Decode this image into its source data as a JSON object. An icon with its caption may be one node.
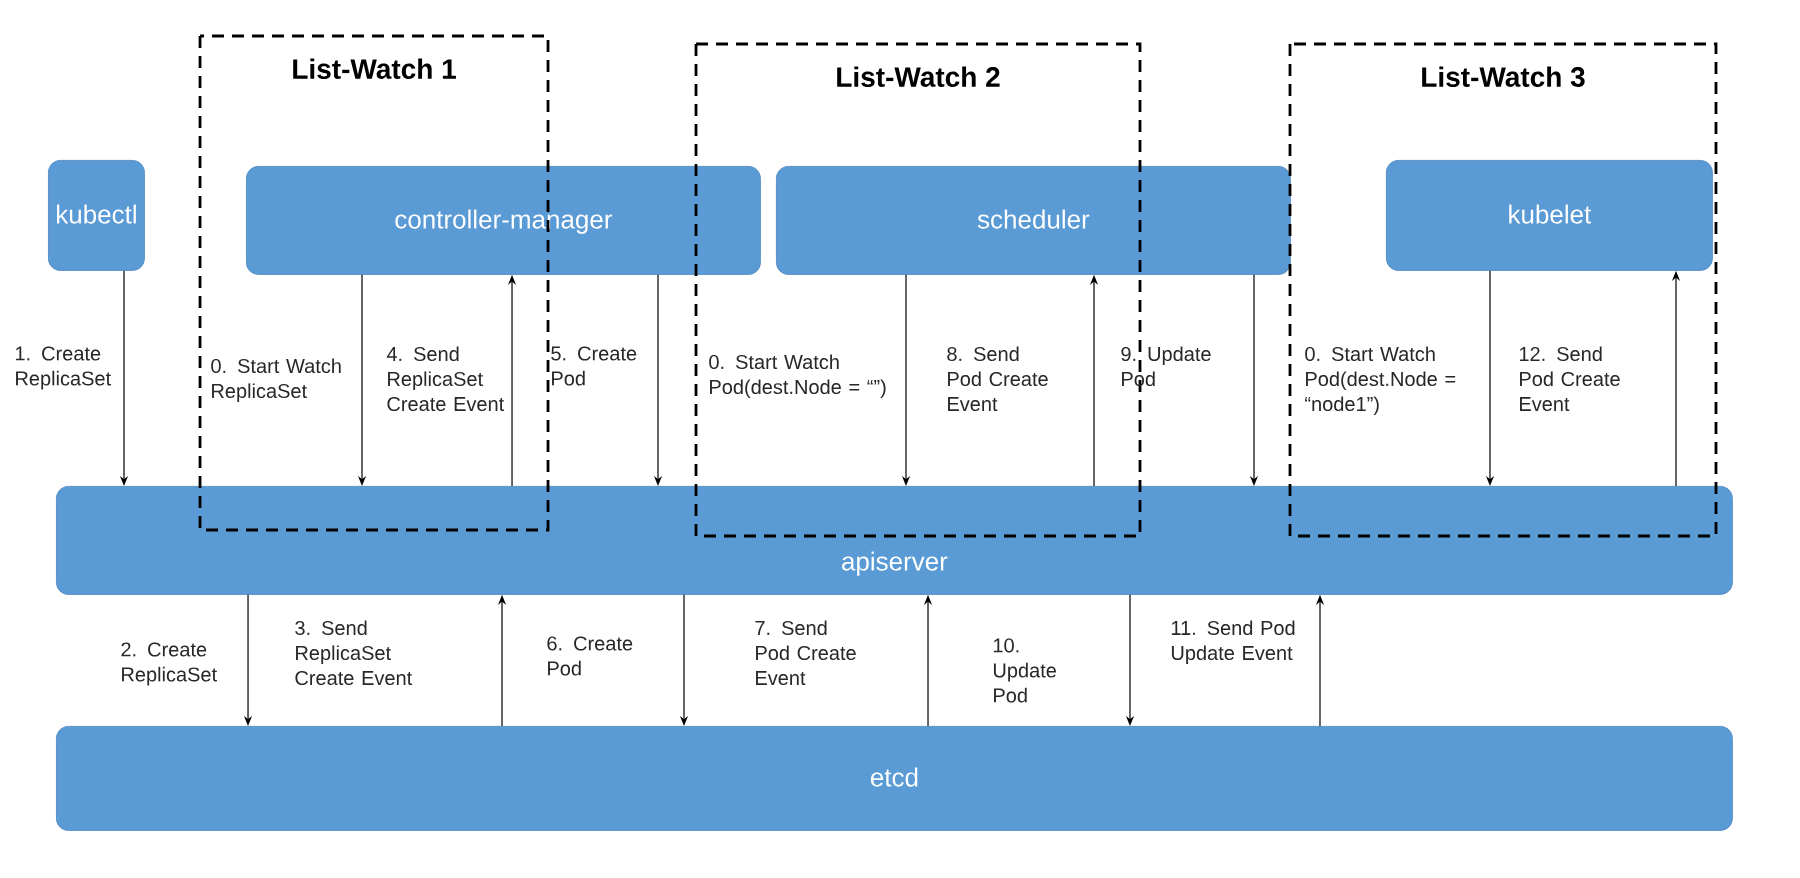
{
  "diagram": {
    "nodes": [
      {
        "text": [
          "kubectl"
        ]
      },
      {
        "text": [
          "controller-manager"
        ]
      },
      {
        "text": [
          "scheduler"
        ]
      },
      {
        "text": [
          "kubelet"
        ]
      },
      {
        "text": [
          "apiserver"
        ]
      },
      {
        "text": [
          "etcd"
        ]
      }
    ],
    "edges": [
      {
        "from": 0,
        "to": 4,
        "arrow": "to",
        "label": "1. Create ReplicaSet"
      },
      {
        "from": 1,
        "to": 4,
        "arrow": "to",
        "label": "0. Start Watch ReplicaSet"
      },
      {
        "from": 4,
        "to": 1,
        "arrow": "to",
        "label": "4. Send ReplicaSet Create Event"
      },
      {
        "from": 1,
        "to": 4,
        "arrow": "to",
        "label": "5. Create Pod"
      },
      {
        "from": 2,
        "to": 4,
        "arrow": "to",
        "label": "0. Start Watch Pod(dest.Node = “”)"
      },
      {
        "from": 4,
        "to": 2,
        "arrow": "to",
        "label": "8. Send Pod Create Event"
      },
      {
        "from": 2,
        "to": 4,
        "arrow": "to",
        "label": "9. Update Pod"
      },
      {
        "from": 3,
        "to": 4,
        "arrow": "to",
        "label": "0. Start Watch Pod(dest.Node = “node1”)"
      },
      {
        "from": 4,
        "to": 3,
        "arrow": "to",
        "label": "12. Send Pod Create Event"
      },
      {
        "from": 4,
        "to": 5,
        "arrow": "to",
        "label": "2. Create ReplicaSet"
      },
      {
        "from": 5,
        "to": 4,
        "arrow": "to",
        "label": "3. Send ReplicaSet Create Event"
      },
      {
        "from": 4,
        "to": 5,
        "arrow": "to",
        "label": "6. Create Pod"
      },
      {
        "from": 5,
        "to": 4,
        "arrow": "to",
        "label": "7. Send Pod Create Event"
      },
      {
        "from": 4,
        "to": 5,
        "arrow": "to",
        "label": "10. Update Pod"
      },
      {
        "from": 5,
        "to": 4,
        "arrow": "to",
        "label": "11. Send Pod Update Event"
      }
    ],
    "labels": [
      "List-Watch 1",
      "List-Watch 2",
      "List-Watch 3"
    ]
  }
}
